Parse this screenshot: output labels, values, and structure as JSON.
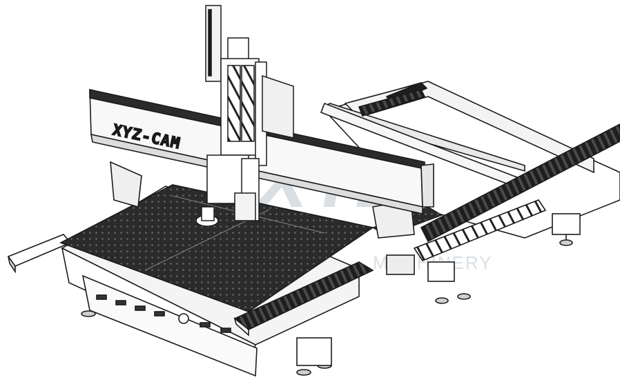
{
  "image": {
    "subject": "CNC router machine",
    "style": "grayscale line drawing",
    "background": "#ffffff",
    "ink": "#1a1a1a",
    "table_color": "#2b2b2b"
  },
  "machine": {
    "beam_label": "XYZ-CAM"
  },
  "watermark": {
    "logo_text": "XYZ",
    "brand_text": "MACHINERY",
    "color": "#d9dfe3"
  }
}
